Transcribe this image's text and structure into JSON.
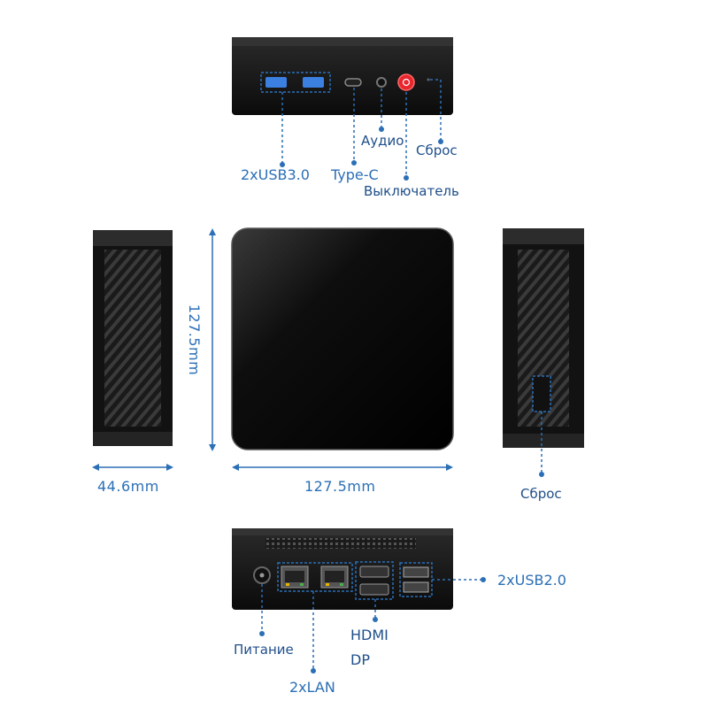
{
  "labels": {
    "usb3": "2xUSB3.0",
    "typec": "Type-C",
    "audio": "Аудио",
    "reset_top": "Сброс",
    "power_switch": "Выключатель",
    "depth": "44.6mm",
    "width": "127.5mm",
    "height": "127.5mm",
    "reset_side": "Сброс",
    "usb2": "2xUSB2.0",
    "power": "Питание",
    "hdmi": "HDMI",
    "dp": "DP",
    "lan": "2xLAN"
  },
  "colors": {
    "accent": "#2b6fb6",
    "power_button": "#e8262e",
    "usb3_port": "#3b7fe0",
    "device_body": "#111111"
  }
}
